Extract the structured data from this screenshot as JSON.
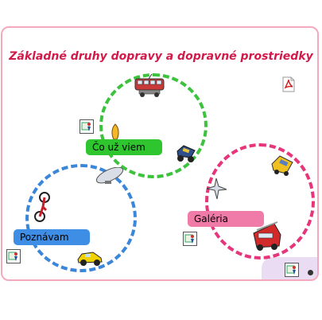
{
  "title": "Základné druhy dopravy a dopravné prostriedky",
  "colors": {
    "frame_border": "#f4a9bd",
    "title": "#d21a4a",
    "green": "#3cc23c",
    "blue": "#3a86d8",
    "pink": "#e6357a",
    "green_label": "#2ec52e",
    "blue_label": "#3f8ee6",
    "pink_label": "#f07aa8",
    "corner_panel": "#e9dcf3"
  },
  "sections": {
    "co_uz_viem": {
      "label": "Čo už viem"
    },
    "poznavam": {
      "label": "Poznávam"
    },
    "galeria": {
      "label": "Galéria"
    }
  },
  "icons": {
    "pdf": "pdf-document-icon",
    "guide": "teacher-guide-icon",
    "tram": "tram-icon",
    "car": "taxi-car-icon",
    "airship": "airship-icon",
    "bus": "bus-icon",
    "plane": "airplane-icon",
    "fire_truck": "fire-truck-icon",
    "bicycle": "bicycle-icon",
    "rocket": "rocket-icon",
    "jeep": "jeep-icon",
    "helicopter": "helicopter-icon"
  }
}
